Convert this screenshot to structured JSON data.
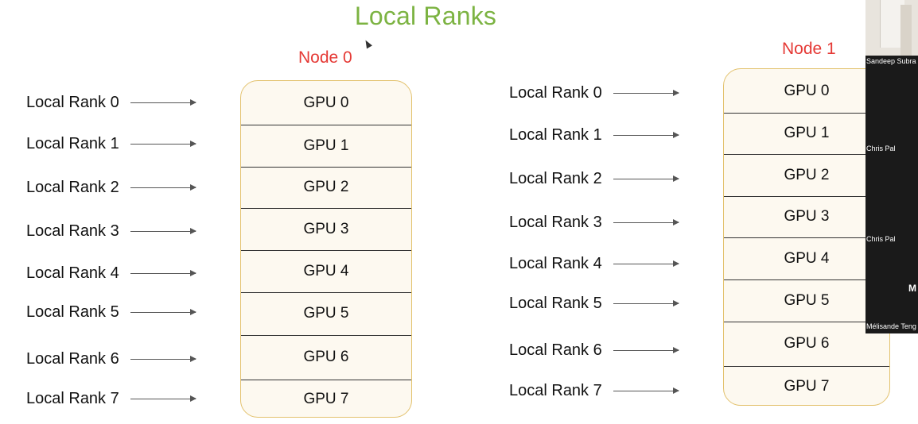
{
  "title": "Local Ranks",
  "node0": {
    "label": "Node 0",
    "gpus": [
      "GPU 0",
      "GPU 1",
      "GPU 2",
      "GPU 3",
      "GPU 4",
      "GPU 5",
      "GPU 6",
      "GPU 7"
    ],
    "ranks": [
      "Local Rank 0",
      "Local Rank 1",
      "Local Rank 2",
      "Local Rank 3",
      "Local Rank 4",
      "Local Rank 5",
      "Local Rank 6",
      "Local Rank 7"
    ]
  },
  "node1": {
    "label": "Node 1",
    "gpus": [
      "GPU 0",
      "GPU 1",
      "GPU 2",
      "GPU 3",
      "GPU 4",
      "GPU 5",
      "GPU 6",
      "GPU 7"
    ],
    "ranks": [
      "Local Rank 0",
      "Local Rank 1",
      "Local Rank 2",
      "Local Rank 3",
      "Local Rank 4",
      "Local Rank 5",
      "Local Rank 6",
      "Local Rank 7"
    ]
  },
  "participants": [
    {
      "name": "Sandeep Subra",
      "initial": ""
    },
    {
      "name": "Chris Pal",
      "initial": ""
    },
    {
      "name": "Chris Pal",
      "initial": ""
    },
    {
      "name": "Mélisande Teng",
      "initial": "M"
    }
  ],
  "colors": {
    "title": "#7cb342",
    "node_label": "#e53935",
    "box_border": "#e3c26e",
    "box_fill": "#fdf9f0"
  }
}
